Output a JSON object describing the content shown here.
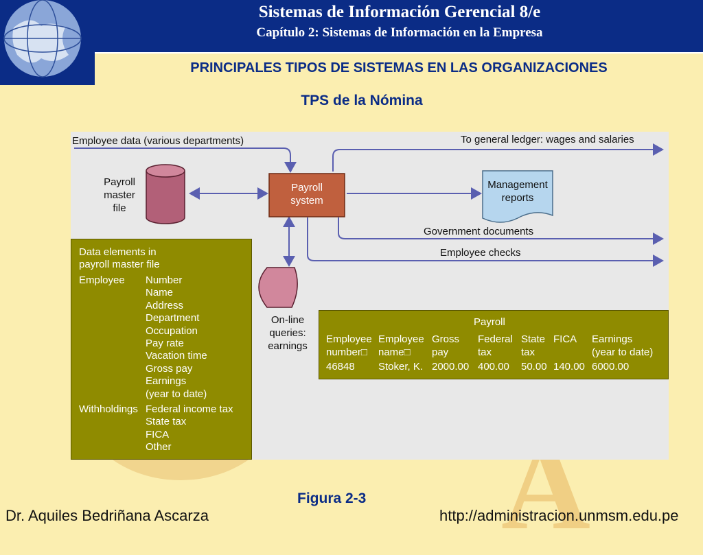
{
  "header": {
    "title": "Sistemas de Información Gerencial 8/e",
    "subtitle": "Capítulo 2: Sistemas de Información en la Empresa",
    "section": "PRINCIPALES TIPOS DE SISTEMAS EN LAS ORGANIZACIONES"
  },
  "slide_title": "TPS de la Nómina",
  "diagram": {
    "flows": {
      "employee_data": "Employee data (various departments)",
      "general_ledger": "To general ledger: wages and salaries",
      "government": "Government documents",
      "checks": "Employee checks"
    },
    "master_file": [
      "Payroll",
      "master",
      "file"
    ],
    "payroll_system": [
      "Payroll",
      "system"
    ],
    "management_reports": [
      "Management",
      "reports"
    ],
    "queries": [
      "On-line",
      "queries:",
      "earnings"
    ],
    "data_elements": {
      "heading": [
        "Data elements in",
        "payroll master file"
      ],
      "employee_label": "Employee",
      "employee_items": [
        "Number",
        "Name",
        "Address",
        "Department",
        "Occupation",
        "Pay rate",
        "Vacation time",
        "Gross pay",
        "Earnings",
        "(year to date)"
      ],
      "withholdings_label": "Withholdings",
      "withholdings_items": [
        "Federal income tax",
        "State tax",
        "FICA",
        "Other"
      ]
    },
    "payroll_record": {
      "title": "Payroll",
      "columns": [
        [
          "Employee",
          "number□"
        ],
        [
          "Employee",
          "name□"
        ],
        [
          "Gross",
          "pay"
        ],
        [
          "Federal",
          "tax"
        ],
        [
          "State",
          "tax"
        ],
        [
          "FICA",
          ""
        ],
        [
          "Earnings",
          "(year to date)"
        ]
      ],
      "values": [
        "46848",
        "Stoker, K.",
        "2000.00",
        "400.00",
        "50.00",
        "140.00",
        "6000.00"
      ]
    }
  },
  "footer": {
    "figure": "Figura 2-3",
    "author": "Dr. Aquiles Bedriñana Ascarza",
    "url": "http://administracion.unmsm.edu.pe"
  }
}
